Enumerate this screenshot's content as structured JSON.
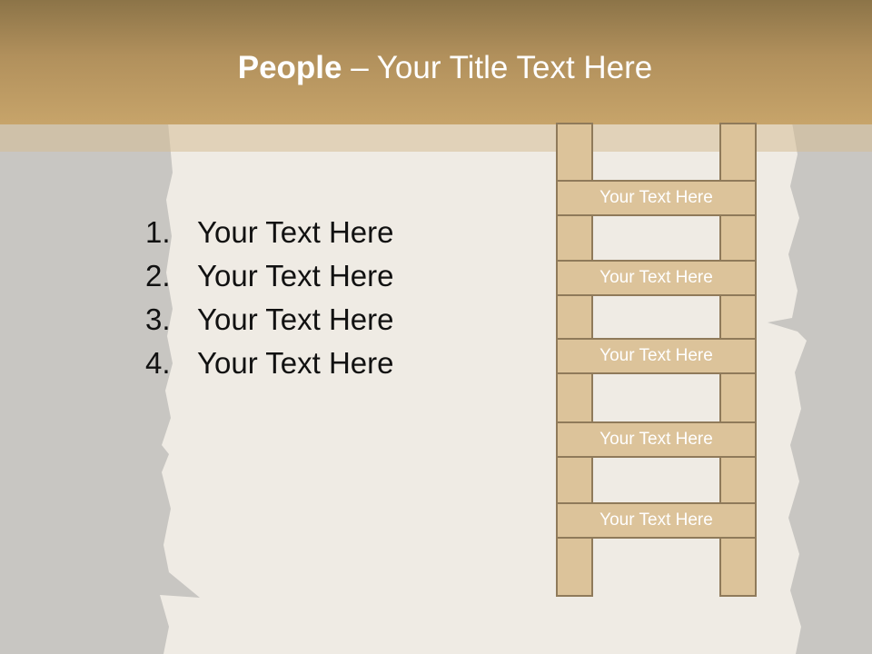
{
  "title": {
    "bold": "People",
    "rest": " – Your Title Text Here"
  },
  "list": {
    "items": [
      {
        "num": "1.",
        "text": "Your Text Here"
      },
      {
        "num": "2.",
        "text": "Your Text Here"
      },
      {
        "num": "3.",
        "text": "Your Text Here"
      },
      {
        "num": "4.",
        "text": "Your Text Here"
      }
    ]
  },
  "ladder": {
    "rungs": [
      {
        "label": "Your Text Here"
      },
      {
        "label": "Your Text Here"
      },
      {
        "label": "Your Text Here"
      },
      {
        "label": "Your Text Here"
      },
      {
        "label": "Your Text Here"
      }
    ]
  },
  "colors": {
    "header": "#c7a46a",
    "background": "#c8c6c2",
    "paper": "#efebe4",
    "ladder_fill": "#dcc39a",
    "ladder_outline": "#8f7a5a"
  }
}
